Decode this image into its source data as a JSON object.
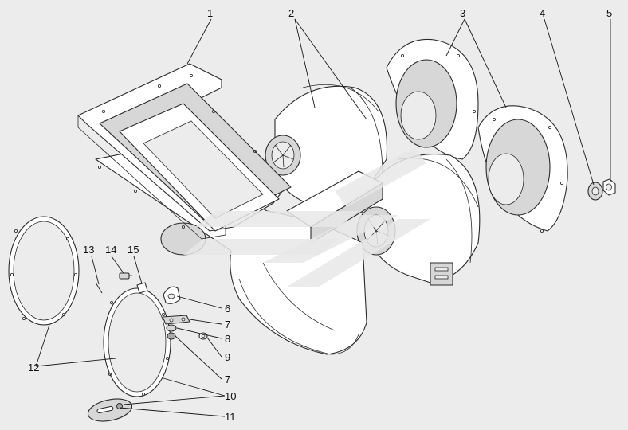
{
  "callouts": [
    {
      "id": "1",
      "label": "1"
    },
    {
      "id": "2",
      "label": "2"
    },
    {
      "id": "3",
      "label": "3"
    },
    {
      "id": "4",
      "label": "4"
    },
    {
      "id": "5",
      "label": "5"
    },
    {
      "id": "6",
      "label": "6"
    },
    {
      "id": "7a",
      "label": "7"
    },
    {
      "id": "8",
      "label": "8"
    },
    {
      "id": "9",
      "label": "9"
    },
    {
      "id": "7b",
      "label": "7"
    },
    {
      "id": "10",
      "label": "10"
    },
    {
      "id": "11",
      "label": "11"
    },
    {
      "id": "12",
      "label": "12"
    },
    {
      "id": "13",
      "label": "13"
    },
    {
      "id": "14",
      "label": "14"
    },
    {
      "id": "15",
      "label": "15"
    }
  ],
  "colors": {
    "background": "#ececec",
    "line": "#2a2a2a",
    "watermark": "#e8e8e8"
  }
}
